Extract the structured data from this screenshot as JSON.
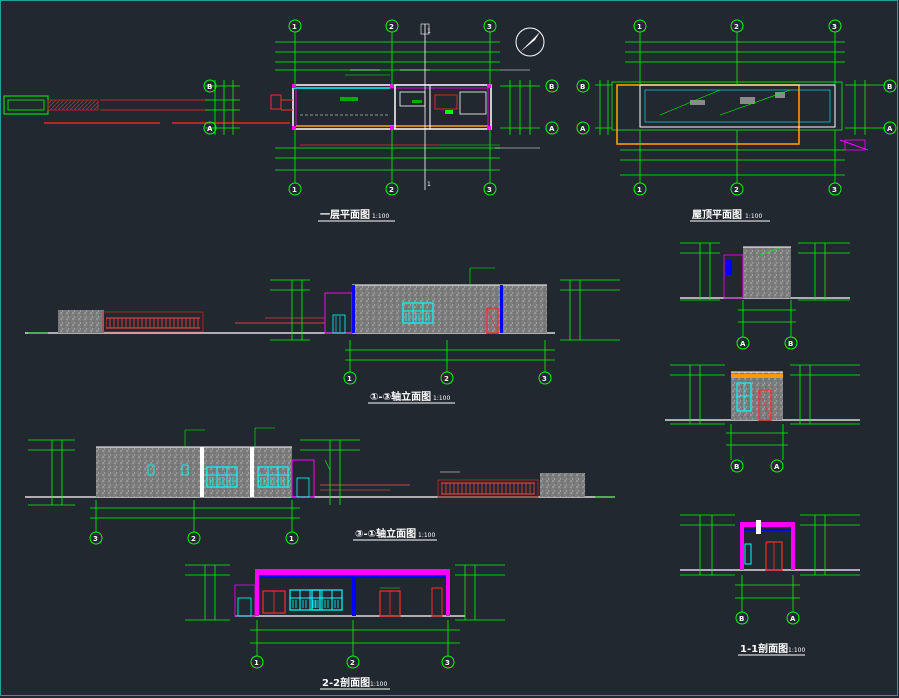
{
  "colors": {
    "background": "#212830",
    "dimension": "#00ff00",
    "wall": "#ffffff",
    "window": "#00ffff",
    "door": "#ff2a2a",
    "beam": "#ff00ff",
    "slab": "#0000ff",
    "annotation": "#ffff00",
    "fence": "#cc2222",
    "plaster": "#8a8a8a",
    "orange": "#ff9900"
  },
  "views": [
    {
      "id": "ground-floor-plan",
      "title": "一层平面图",
      "scale": "1:100",
      "grid_labels": [
        "1",
        "2",
        "3",
        "A",
        "B"
      ]
    },
    {
      "id": "roof-plan",
      "title": "屋顶平面图",
      "scale": "1:100",
      "grid_labels": [
        "1",
        "2",
        "3",
        "A",
        "B"
      ]
    },
    {
      "id": "front-elevation",
      "title": "①-③轴立面图",
      "scale": "1:100",
      "grid_labels": [
        "1",
        "2",
        "3"
      ]
    },
    {
      "id": "rear-elevation",
      "title": "③-①轴立面图",
      "scale": "1:100",
      "grid_labels": [
        "3",
        "2",
        "1"
      ]
    },
    {
      "id": "side-elevation-top",
      "grid_labels": [
        "A",
        "B"
      ]
    },
    {
      "id": "side-elevation-mid",
      "grid_labels": [
        "B",
        "A"
      ]
    },
    {
      "id": "section-1-1",
      "title": "1-1剖面图",
      "scale": "1:100",
      "grid_labels": [
        "B",
        "A"
      ]
    },
    {
      "id": "section-2-2",
      "title": "2-2剖面图",
      "scale": "1:100",
      "grid_labels": [
        "1",
        "2",
        "3"
      ]
    }
  ],
  "section_mark": "1"
}
